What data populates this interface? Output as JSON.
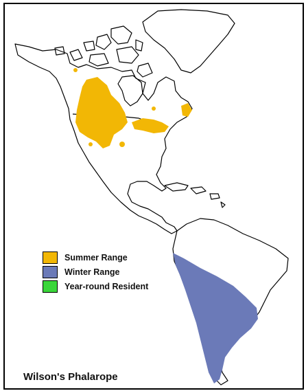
{
  "title": "Wilson's Phalarope",
  "legend": [
    {
      "label": "Summer Range",
      "color": "#f2b705"
    },
    {
      "label": "Winter Range",
      "color": "#6b7ab8"
    },
    {
      "label": "Year-round Resident",
      "color": "#3ad63a"
    }
  ],
  "colors": {
    "summer": "#f2b705",
    "winter": "#6b7ab8",
    "resident": "#3ad63a",
    "outline": "#000000"
  }
}
